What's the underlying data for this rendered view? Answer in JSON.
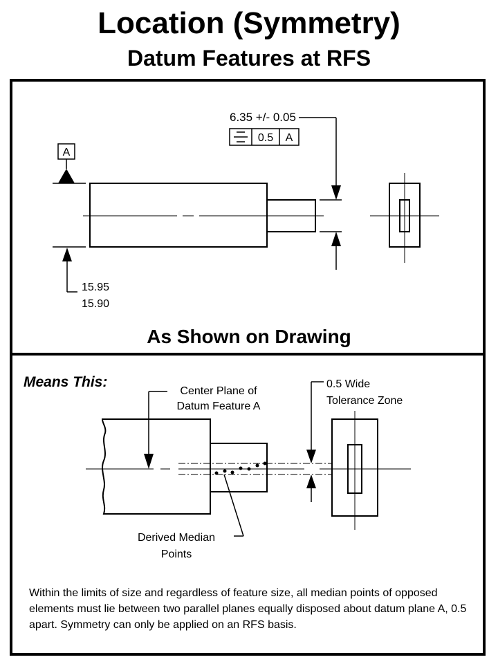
{
  "title": "Location  (Symmetry)",
  "subtitle": "Datum Features at RFS",
  "top_view": {
    "datum_label": "A",
    "length_dimension": "6.35 +/- 0.05",
    "control_frame": {
      "tolerance": "0.5",
      "datum": "A"
    },
    "width_dimension_max": "15.95",
    "width_dimension_min": "15.90",
    "caption": "As Shown on Drawing"
  },
  "bottom_view": {
    "heading": "Means This:",
    "center_plane_label_line1": "Center Plane of",
    "center_plane_label_line2": "Datum Feature A",
    "zone_label_line1": "0.5 Wide",
    "zone_label_line2": "Tolerance Zone",
    "median_label_line1": "Derived Median",
    "median_label_line2": "Points"
  },
  "note": "Within the limits of size and regardless of feature size, all median points of opposed elements must lie between two parallel planes equally disposed about datum plane A, 0.5 apart. Symmetry can only be applied on an RFS basis."
}
